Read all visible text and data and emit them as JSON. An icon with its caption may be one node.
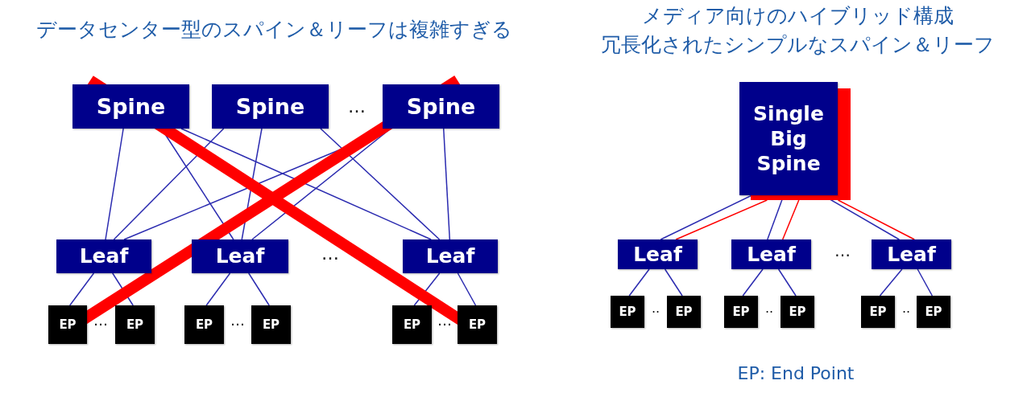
{
  "diagram": {
    "nodes": [
      {
        "text": [
          "Spine"
        ]
      },
      {
        "text": [
          "Spine"
        ]
      },
      {
        "text": [
          "Spine"
        ]
      },
      {
        "text": [
          "Leaf"
        ]
      },
      {
        "text": [
          "Leaf"
        ]
      },
      {
        "text": [
          "Leaf"
        ]
      },
      {
        "text": [
          "EP"
        ]
      },
      {
        "text": [
          "EP"
        ]
      },
      {
        "text": [
          "EP"
        ]
      },
      {
        "text": [
          "EP"
        ]
      },
      {
        "text": [
          "EP"
        ]
      },
      {
        "text": [
          "EP"
        ]
      },
      {
        "text": [
          "Single Big Spine"
        ]
      },
      {
        "text": [],
        "shape": "box"
      },
      {
        "text": [
          "Leaf"
        ]
      },
      {
        "text": [
          "Leaf"
        ]
      },
      {
        "text": [
          "Leaf"
        ]
      },
      {
        "text": [
          "EP"
        ]
      },
      {
        "text": [
          "EP"
        ]
      },
      {
        "text": [
          "EP"
        ]
      },
      {
        "text": [
          "EP"
        ]
      },
      {
        "text": [
          "EP"
        ]
      },
      {
        "text": [
          "EP"
        ]
      }
    ],
    "edges": [
      {
        "from": 0,
        "to": 3,
        "arrow": "none"
      },
      {
        "from": 0,
        "to": 4,
        "arrow": "none"
      },
      {
        "from": 0,
        "to": 5,
        "arrow": "none"
      },
      {
        "from": 1,
        "to": 3,
        "arrow": "none"
      },
      {
        "from": 1,
        "to": 4,
        "arrow": "none"
      },
      {
        "from": 1,
        "to": 5,
        "arrow": "none"
      },
      {
        "from": 2,
        "to": 3,
        "arrow": "none"
      },
      {
        "from": 2,
        "to": 4,
        "arrow": "none"
      },
      {
        "from": 2,
        "to": 5,
        "arrow": "none"
      },
      {
        "from": 3,
        "to": 6,
        "arrow": "none"
      },
      {
        "from": 3,
        "to": 7,
        "arrow": "none"
      },
      {
        "from": 4,
        "to": 8,
        "arrow": "none"
      },
      {
        "from": 4,
        "to": 9,
        "arrow": "none"
      },
      {
        "from": 5,
        "to": 10,
        "arrow": "none"
      },
      {
        "from": 5,
        "to": 11,
        "arrow": "none"
      },
      {
        "from": 12,
        "to": 14,
        "arrow": "none"
      },
      {
        "from": 12,
        "to": 15,
        "arrow": "none"
      },
      {
        "from": 12,
        "to": 16,
        "arrow": "none"
      },
      {
        "from": 13,
        "to": 14,
        "arrow": "none",
        "color": "#ff0000"
      },
      {
        "from": 13,
        "to": 15,
        "arrow": "none",
        "color": "#ff0000"
      },
      {
        "from": 13,
        "to": 16,
        "arrow": "none",
        "color": "#ff0000"
      },
      {
        "from": 14,
        "to": 17,
        "arrow": "none"
      },
      {
        "from": 14,
        "to": 18,
        "arrow": "none"
      },
      {
        "from": 15,
        "to": 19,
        "arrow": "none"
      },
      {
        "from": 15,
        "to": 20,
        "arrow": "none"
      },
      {
        "from": 16,
        "to": 21,
        "arrow": "none"
      },
      {
        "from": 16,
        "to": 22,
        "arrow": "none"
      }
    ],
    "labels": [
      "データセンター型のスパイン＆リーフは複雑すぎる",
      "メディア向けのハイブリッド構成",
      "冗長化されたシンプルなスパイン＆リーフ",
      "…",
      "…",
      "…",
      "…",
      "…",
      "…",
      "..",
      "..",
      "..",
      "EP: End Point"
    ]
  }
}
